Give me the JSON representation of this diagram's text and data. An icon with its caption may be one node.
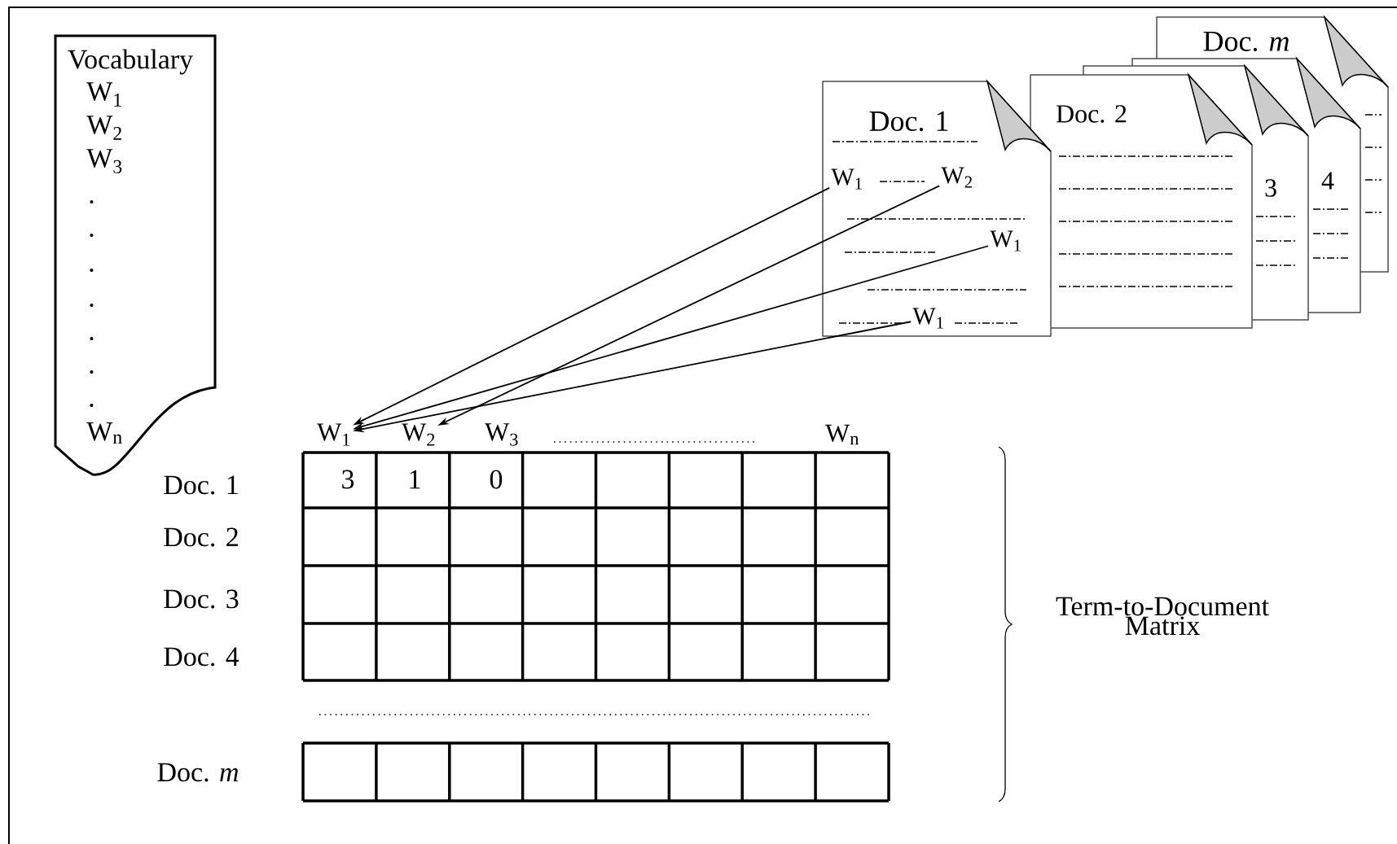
{
  "diagram": {
    "nodes": [
      {
        "text": [
          "Vocabulary",
          "W$_{1}$",
          "W$_{2}$",
          "W$_{3}$",
          ".",
          ".",
          ".",
          ".",
          ".",
          ".",
          ".",
          "W$_{n}$"
        ]
      },
      {
        "text": [
          "Doc. *m*"
        ]
      },
      {
        "text": [
          "4"
        ]
      },
      {
        "text": [
          "3"
        ]
      },
      {
        "text": [
          "Doc. 2"
        ]
      },
      {
        "text": [
          "Doc. 1"
        ]
      },
      {
        "text": [
          "W$_{1}$"
        ],
        "in": 5
      },
      {
        "text": [
          "W$_{2}$"
        ],
        "in": 5
      },
      {
        "text": [
          "W$_{1}$"
        ],
        "in": 5
      },
      {
        "text": [
          "W$_{1}$"
        ],
        "in": 5
      },
      {
        "text": [
          "W$_{1}$"
        ]
      },
      {
        "text": [
          "W$_{2}$"
        ]
      },
      {
        "text": [
          "W$_{3}$"
        ]
      },
      {
        "text": [
          "W$_{n}$"
        ]
      }
    ],
    "edges": [
      {
        "from": 6,
        "to": 10,
        "arrow": "to"
      },
      {
        "from": 7,
        "to": 11,
        "arrow": "to"
      },
      {
        "from": 8,
        "to": 10,
        "arrow": "to"
      },
      {
        "from": 9,
        "to": 10,
        "arrow": "to"
      }
    ],
    "labels": [
      "Doc. 1",
      "3",
      "1",
      "0",
      "Doc. 2",
      "Doc. 3",
      "Doc. 4",
      "Doc. *m*",
      "Term-to-Document Matrix"
    ]
  }
}
